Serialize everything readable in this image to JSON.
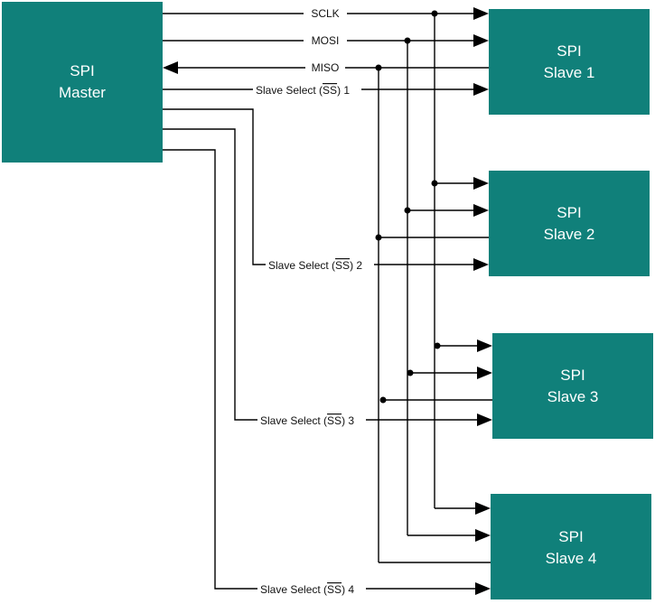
{
  "master": {
    "line1": "SPI",
    "line2": "Master"
  },
  "slaves": [
    {
      "line1": "SPI",
      "line2": "Slave 1"
    },
    {
      "line1": "SPI",
      "line2": "Slave 2"
    },
    {
      "line1": "SPI",
      "line2": "Slave 3"
    },
    {
      "line1": "SPI",
      "line2": "Slave 4"
    }
  ],
  "signals": {
    "sclk": "SCLK",
    "mosi": "MOSI",
    "miso": "MISO"
  },
  "slave_selects": [
    {
      "prefix": "Slave Select (",
      "ss": "SS",
      "suffix": ") 1"
    },
    {
      "prefix": "Slave Select (",
      "ss": "SS",
      "suffix": ") 2"
    },
    {
      "prefix": "Slave Select (",
      "ss": "SS",
      "suffix": ") 3"
    },
    {
      "prefix": "Slave Select (",
      "ss": "SS",
      "suffix": ") 4"
    }
  ],
  "colors": {
    "block": "#10807a",
    "block_text": "#ffffff",
    "wire": "#000000"
  }
}
